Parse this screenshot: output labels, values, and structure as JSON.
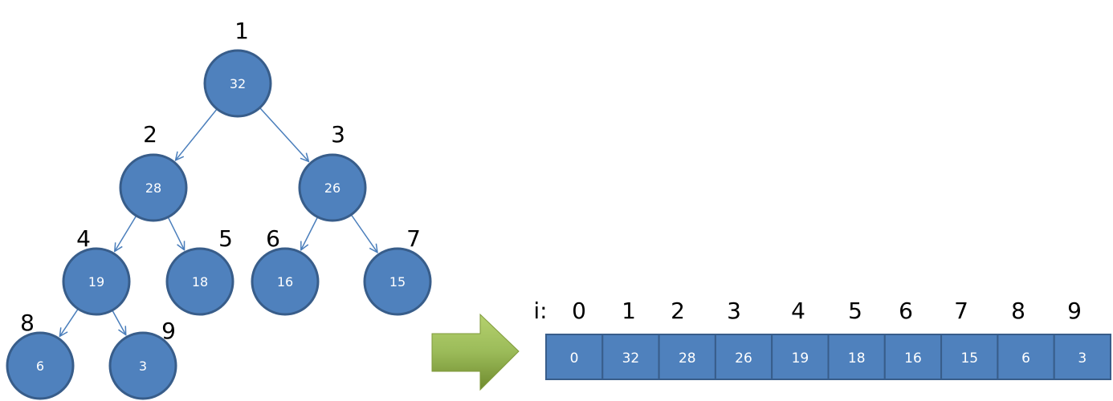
{
  "colors": {
    "node_fill": "#4f81bd",
    "node_stroke": "#385d8a",
    "edge": "#4a7ebb",
    "arrow_green_light": "#9bbb59",
    "arrow_green_dark": "#6f8a2e"
  },
  "tree": {
    "nodes": [
      {
        "index": "1",
        "value": "32"
      },
      {
        "index": "2",
        "value": "28"
      },
      {
        "index": "3",
        "value": "26"
      },
      {
        "index": "4",
        "value": "19"
      },
      {
        "index": "5",
        "value": "18"
      },
      {
        "index": "6",
        "value": "16"
      },
      {
        "index": "7",
        "value": "15"
      },
      {
        "index": "8",
        "value": "6"
      },
      {
        "index": "9",
        "value": "3"
      }
    ],
    "edges": [
      [
        1,
        2
      ],
      [
        1,
        3
      ],
      [
        2,
        4
      ],
      [
        2,
        5
      ],
      [
        3,
        6
      ],
      [
        3,
        7
      ],
      [
        4,
        8
      ],
      [
        4,
        9
      ]
    ]
  },
  "array": {
    "index_label": "i:",
    "indices": [
      "0",
      "1",
      "2",
      "3",
      "4",
      "5",
      "6",
      "7",
      "8",
      "9"
    ],
    "values": [
      "0",
      "32",
      "28",
      "26",
      "19",
      "18",
      "16",
      "15",
      "6",
      "3"
    ]
  },
  "arrow": {
    "icon": "right-arrow-icon"
  }
}
